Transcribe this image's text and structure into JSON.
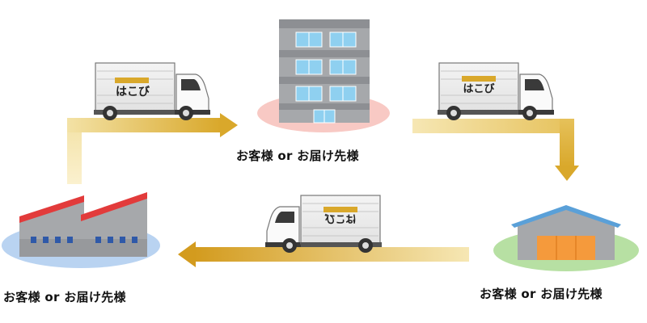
{
  "labels": {
    "top": "お客様 or お届け先様",
    "left": "お客様 or お届け先様",
    "right": "お客様 or お届け先様"
  },
  "trucks": {
    "logo_text": "はこび"
  },
  "colors": {
    "arrow_gold": "#d9a82b",
    "arrow_light": "#f6e7b4",
    "roof_red": "#e23b3b",
    "roof_blue": "#5aa0d8",
    "door_orange": "#f59a3c",
    "window_blue": "#8fd0f0",
    "ground_pink": "#f8c9c4",
    "ground_blue": "#b9d3f1",
    "ground_green": "#b7e0a3"
  }
}
